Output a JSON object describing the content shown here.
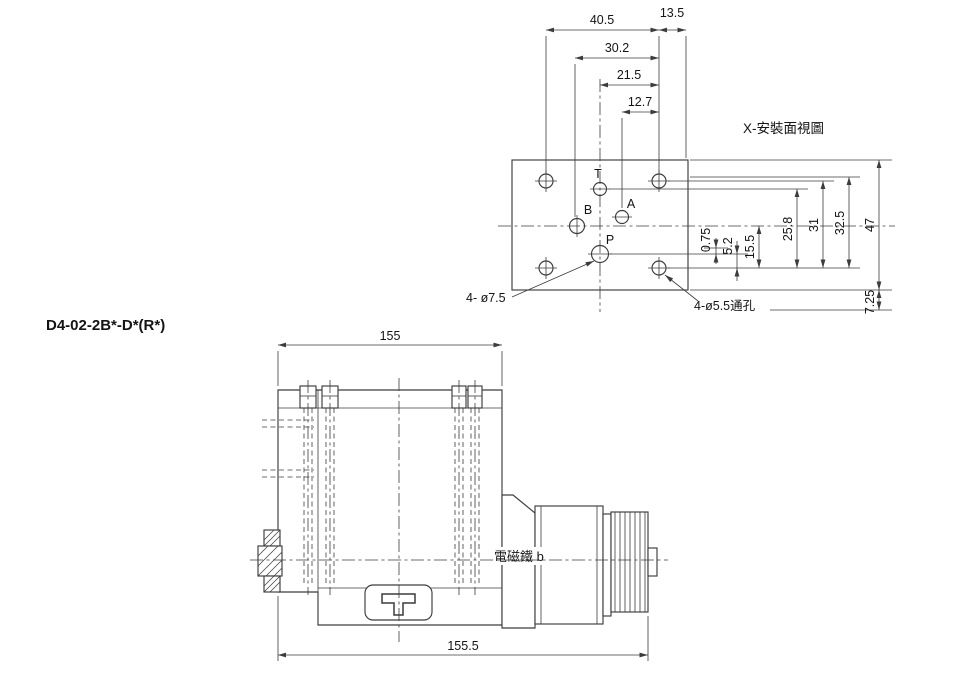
{
  "model_label": "D4-02-2B*-D*(R*)",
  "face_view": {
    "title": "X-安裝面視圖",
    "ports": {
      "t": "T",
      "b": "B",
      "a": "A",
      "p": "P"
    },
    "h_dims": {
      "d1": "40.5",
      "d2": "13.5",
      "d3": "30.2",
      "d4": "21.5",
      "d5": "12.7"
    },
    "v_dims": {
      "d1": "0.75",
      "d2": "5.2",
      "d3": "15.5",
      "d4": "25.8",
      "d5": "31",
      "d6": "32.5",
      "d7": "47",
      "d8": "7.25"
    },
    "notes": {
      "port_holes": "4- ø7.5",
      "through_holes": "4-ø5.5通孔"
    }
  },
  "side_view": {
    "width_top": "155",
    "width_bottom": "155.5",
    "solenoid_label": "電磁鐵 b"
  }
}
